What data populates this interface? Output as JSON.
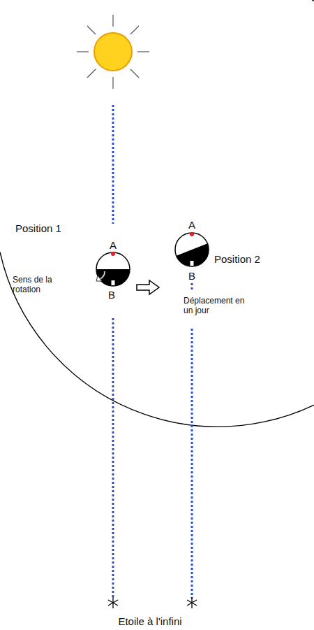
{
  "diagram": {
    "labels": [
      "Position 1",
      "A",
      "A",
      "Position 2",
      "Sens de la rotation",
      "B",
      "B",
      "Déplacement en un jour",
      "Etoile à l'infini"
    ]
  }
}
